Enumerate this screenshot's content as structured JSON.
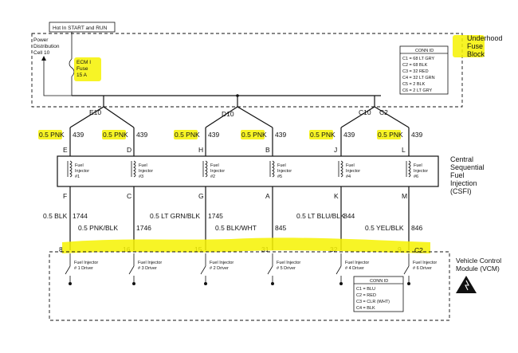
{
  "hot_label": "Hot In START and RUN",
  "pdc": {
    "label_lines": [
      "Power",
      "Distribution",
      "Cell 10"
    ]
  },
  "fuse": {
    "label_lines": [
      "ECM I",
      "Fuse",
      "15 A"
    ]
  },
  "underhood": {
    "label_lines": [
      "Underhood",
      "Fuse",
      "Block"
    ],
    "conn_title": "CONN ID",
    "conn_items": [
      "C1 = 68 LT GRY",
      "C2 = 68 BLK",
      "C3 = 32 RED",
      "C4 = 32 LT GRN",
      "C5 = 2 BLK",
      "C6 = 2 LT GRY"
    ]
  },
  "splices": [
    "E10",
    "D10",
    "C10",
    "C2"
  ],
  "top_wire_label": "0.5 PNK",
  "top_circuit": "439",
  "csfi": {
    "label_lines": [
      "Central",
      "Sequential",
      "Fuel",
      "Injection",
      "(CSFI)"
    ],
    "injector_line": "Fuel",
    "injector_line2": "Injector"
  },
  "injectors": [
    {
      "top_pin": "E",
      "bottom_pin": "F",
      "num": "#1",
      "vcm_pin": "8",
      "driver": "Fuel Injector",
      "driver2": "# 1 Driver"
    },
    {
      "top_pin": "D",
      "bottom_pin": "C",
      "num": "#3",
      "vcm_pin": "16",
      "driver": "Fuel Injector",
      "driver2": "# 3 Driver"
    },
    {
      "top_pin": "H",
      "bottom_pin": "G",
      "num": "#2",
      "vcm_pin": "15",
      "driver": "Fuel Injector",
      "driver2": "# 2 Driver"
    },
    {
      "top_pin": "B",
      "bottom_pin": "A",
      "num": "#5",
      "vcm_pin": "31",
      "driver": "Fuel Injector",
      "driver2": "# 5 Driver"
    },
    {
      "top_pin": "J",
      "bottom_pin": "K",
      "num": "#4",
      "vcm_pin": "32",
      "driver": "Fuel Injector",
      "driver2": "# 4 Driver"
    },
    {
      "top_pin": "L",
      "bottom_pin": "M",
      "num": "#6",
      "vcm_pin": "9",
      "driver": "Fuel Injector",
      "driver2": "# 6 Driver"
    }
  ],
  "wire_labels": [
    {
      "color": "0.5 BLK",
      "circuit": "1744"
    },
    {
      "color": "0.5 PNK/BLK",
      "circuit": "1746"
    },
    {
      "color": "0.5 LT GRN/BLK",
      "circuit": "1745"
    },
    {
      "color": "0.5 BLK/WHT",
      "circuit": "845"
    },
    {
      "color": "0.5 LT BLU/BLK",
      "circuit": "844"
    },
    {
      "color": "0.5 YEL/BLK",
      "circuit": "846"
    }
  ],
  "vcm": {
    "conn": "C2",
    "label_lines": [
      "Vehicle Control",
      "Module (VCM)"
    ],
    "conn_title": "CONN ID",
    "conn_items": [
      "C1 = BLU",
      "C2 = RED",
      "C3 = CLR (WHT)",
      "C4 = BLK"
    ]
  },
  "colors": {
    "highlight": "#f6f200",
    "ink": "#111111"
  }
}
